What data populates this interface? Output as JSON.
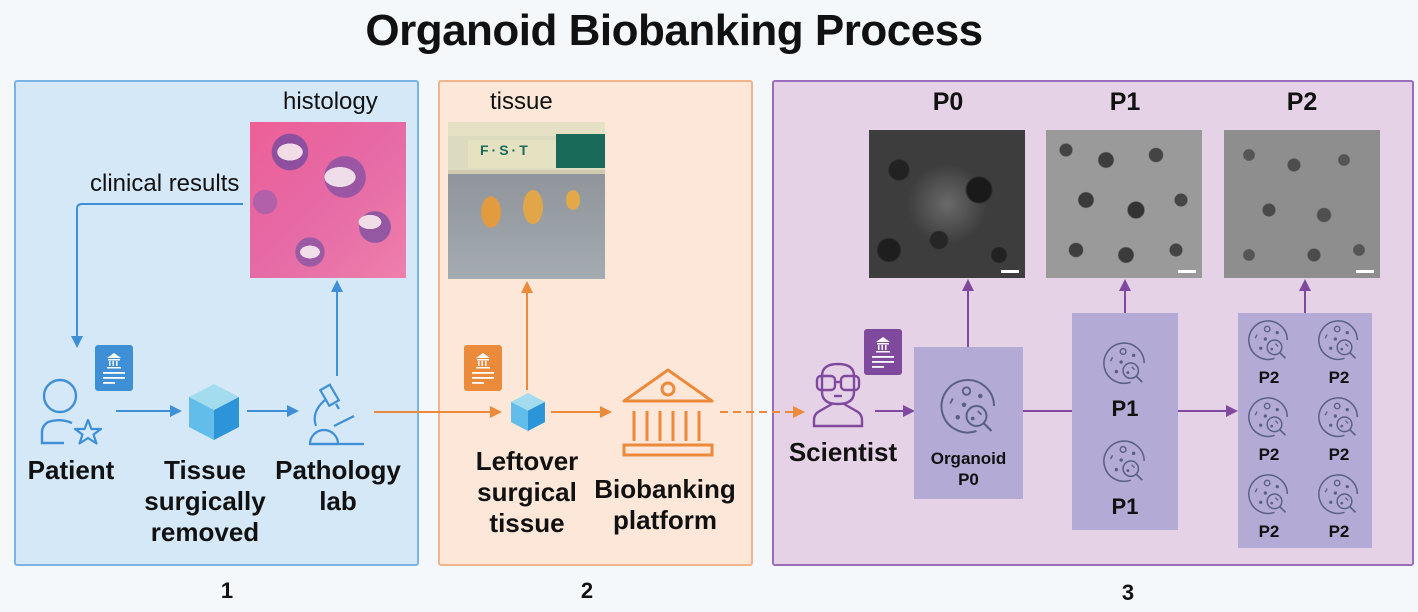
{
  "title": "Organoid Biobanking Process",
  "colors": {
    "blue": "#3f8fd6",
    "orange": "#ec8a3c",
    "purple": "#7f4a9e",
    "cube": "#4cb4e8",
    "organoid_box": "#b3abd6"
  },
  "steps": [
    {
      "number": "1",
      "images": [
        {
          "caption": "histology",
          "icon": "histology-image"
        }
      ],
      "annotations": [
        {
          "text": "clinical results"
        }
      ],
      "nodes": [
        {
          "label": "Patient",
          "icon": "patient-icon"
        },
        {
          "label": "Tissue surgically removed",
          "lines": [
            "Tissue",
            "surgically",
            "removed"
          ],
          "icon": "cube-icon"
        },
        {
          "label": "Pathology lab",
          "lines": [
            "Pathology",
            "lab"
          ],
          "icon": "microscope-icon"
        }
      ],
      "document_icon": "institution-document-icon"
    },
    {
      "number": "2",
      "images": [
        {
          "caption": "tissue",
          "icon": "tissue-photo",
          "ruler_text": "F·S·T"
        }
      ],
      "nodes": [
        {
          "label": "Leftover surgical tissue",
          "lines": [
            "Leftover",
            "surgical",
            "tissue"
          ],
          "icon": "cube-icon"
        },
        {
          "label": "Biobanking platform",
          "lines": [
            "Biobanking",
            "platform"
          ],
          "icon": "institution-icon"
        }
      ],
      "document_icon": "institution-document-icon"
    },
    {
      "number": "3",
      "images": [
        {
          "caption": "P0",
          "icon": "microscopy-image"
        },
        {
          "caption": "P1",
          "icon": "microscopy-image"
        },
        {
          "caption": "P2",
          "icon": "microscopy-image"
        }
      ],
      "nodes": [
        {
          "label": "Scientist",
          "icon": "scientist-icon"
        },
        {
          "label": "Organoid P0",
          "lines": [
            "Organoid",
            "P0"
          ],
          "icon": "organoid-icon"
        }
      ],
      "p1_items": [
        "P1",
        "P1"
      ],
      "p2_items": [
        "P2",
        "P2",
        "P2",
        "P2",
        "P2",
        "P2"
      ],
      "document_icon": "institution-document-icon"
    }
  ]
}
